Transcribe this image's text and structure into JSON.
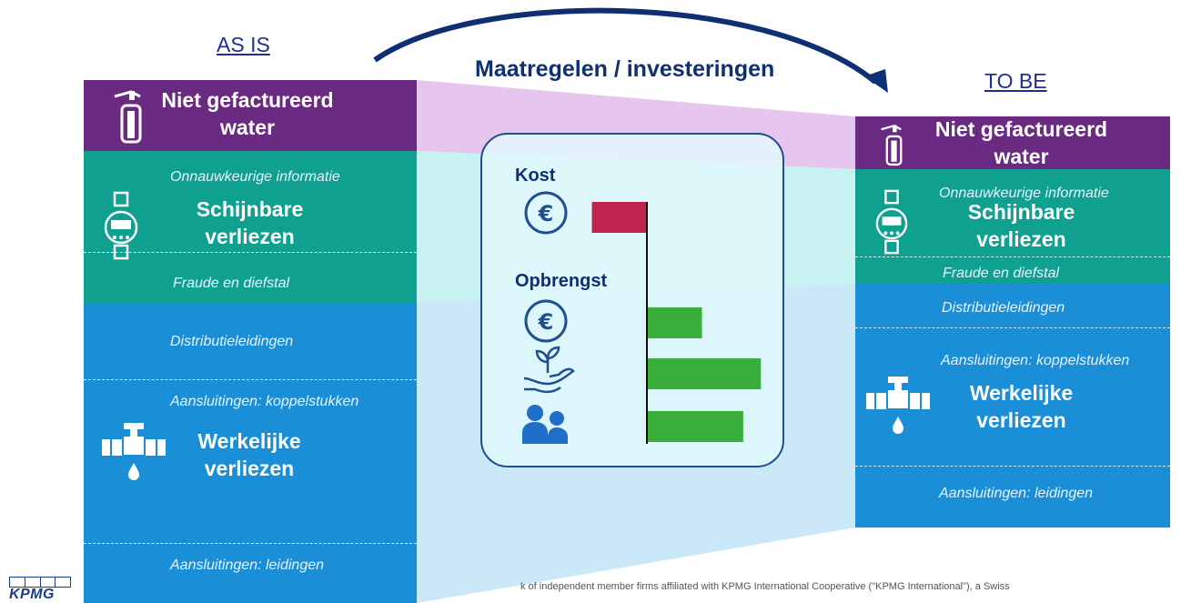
{
  "headers": {
    "as_is": "AS IS",
    "to_be": "TO BE"
  },
  "title": "Maatregelen / investeringen",
  "as_is": {
    "nrw": "Niet gefactureerd water",
    "apparent_note_top": "Onnauwkeurige informatie",
    "apparent": "Schijnbare verliezen",
    "apparent_note_bottom": "Fraude en diefstal",
    "real_note_1": "Distributieleidingen",
    "real_note_2": "Aansluitingen: koppelstukken",
    "real": "Werkelijke verliezen",
    "real_note_3": "Aansluitingen: leidingen"
  },
  "to_be": {
    "nrw": "Niet gefactureerd water",
    "apparent_note_top": "Onnauwkeurige informatie",
    "apparent": "Schijnbare verliezen",
    "apparent_note_bottom": "Fraude en diefstal",
    "real_note_1": "Distributieleidingen",
    "real_note_2": "Aansluitingen: koppelstukken",
    "real": "Werkelijke verliezen",
    "real_note_3": "Aansluitingen: leidingen"
  },
  "center": {
    "cost_label": "Kost",
    "revenue_label": "Opbrengst"
  },
  "bars": [
    {
      "group": "Kost",
      "icon": "euro-icon",
      "value": 0.28,
      "color": "#c0234d"
    },
    {
      "group": "Opbrengst",
      "icon": "euro-icon",
      "value": 0.28,
      "color": "#3aae3a"
    },
    {
      "group": "Opbrengst",
      "icon": "plant-hand-icon",
      "value": 0.58,
      "color": "#3aae3a"
    },
    {
      "group": "Opbrengst",
      "icon": "people-icon",
      "value": 0.49,
      "color": "#3aae3a"
    }
  ],
  "colors": {
    "purple": "#6b2a82",
    "teal": "#10a08f",
    "blue": "#1a8fd8",
    "navy": "#0f2f74"
  },
  "logo": "KPMG",
  "footer": "k of independent member firms affiliated with KPMG International Cooperative (\"KPMG International\"), a Swiss"
}
